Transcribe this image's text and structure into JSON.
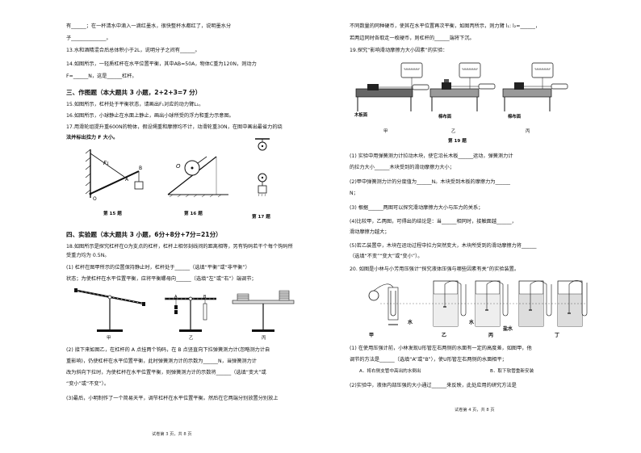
{
  "left": {
    "lines": [
      "有______；在一杯清水中滴入一滴红墨水，很快整杯水都红了，说明墨水分",
      "子______________。",
      "13.水和酒精混合后总体积小于2L，说明分子之间有______。",
      "14.如图所示，一轻质杠杆在水平位置平衡，其中AB=50A，物体C重为120N，则动力",
      "F=______N，这是______杠杆。"
    ],
    "sec3": "三、作图题（本大题共 3 小题，2+2+3=7 分）",
    "q15": "15.如图所示，杠杆处于平衡状态，请画出F₁对应的动力臂L₁。",
    "q16": "16.如图所示，小球静止在水面上静止，画出小球所受的浮力和重力示意图。",
    "q17": "17.用滑轮组提升重600N的物体，假设绳重和摩擦均不计，动滑轮重30N，在图中画出最省力的绕",
    "q17b": "法并标出拉力 F 大小。",
    "cap15": "第 15 题",
    "cap16": "第 16 题",
    "cap17": "第 17 题",
    "fig15_f1": "F₁",
    "fig15_b": "B",
    "fig15_a": "A",
    "fig15_o": "O",
    "fig16_o": "O",
    "sec4": "四、实验题（本大题共 3 小题，6分+8分+7分=21分）",
    "q18a": "18.如图所示是探究杠杆在O为支点的杠杆，杠杆上相邻刻线间的距离相等，另有钩码若干个每个钩码所",
    "q18b": "受重力均为 0.5N。",
    "q18c": "(1)  杠杆在图甲所示的位置保持静止时，杠杆处于______（选填“平衡”或“非平衡”）",
    "q18d": "状态；为使杠杆在水平位置平衡，应将平衡螺母向______（选填“左”或“右”）端调节；",
    "lbl_jia": "甲",
    "lbl_yi": "乙",
    "lbl_bing": "丙",
    "q18e": "(2)  接下来如图乙，在杠杆的 A 点挂两个钩码，在 B 点竖直向下拉弹簧测力计(忽略测力计自",
    "q18f": "重影响)，仍使杠杆在水平位置平衡，此时弹簧测力计的示数为______N，当弹簧测力计",
    "q18g": "改为斜向下拉时，为使杠杆在水平位置平衡，则弹簧测力计的示数将______（选填“变大”或",
    "q18h": "“变小”或“不变”）。",
    "q18i": "(3)最后，小明制作了一个简易天平，调节杠杆在水平位置平衡。然后在它两端分别放置分别放上",
    "footer": "试卷第 3 页，共 8 页"
  },
  "right": {
    "top1": "不同数量的同种硬币，使其在水平位置再次平衡，如图丙所示，则力臂 l₁: l₂=______，",
    "top2": "若两边同时各取走一枚硬币，则杠杆的______端将下沉。",
    "q19": "19.探究“影响滑动摩擦力大小因素”的实验：",
    "lbl_board": "木板面",
    "lbl_towel": "棉布面",
    "lbl_cloth": "棉布面",
    "lbl_jia": "甲",
    "lbl_yi": "乙",
    "lbl_bing": "丙",
    "cap19": "第 19 题",
    "q19a": "(1) 实验中用弹簧测力计拉动木块，使它沿长木板______运动，弹簧测力计",
    "q19b": "的拉力大小______木块受到的滑动摩擦力大小；",
    "q19c": "(2)甲中弹簧测力计的分度值为______N。木块受到木板的摩擦力为______",
    "q19d": "N；",
    "q19e": "(3)  根据______两图可以探究滑动摩擦力大小与压力的关系；",
    "q19f": "(4)比较甲，乙两图，可得出的结论是：当______相同时，接触面越______，",
    "q19g": "滑动摩擦力越大；",
    "q19h": "(5)若乙装置中，木块在运动过程中拉力突然变大，木块所受到的滑动摩擦力将______",
    "q19i": "（选填“不变”“变大”或“变小”）。",
    "q20": "20. 如图是小林与小芳用压强计“探究液体压强与哪些因素有关”的实验装置。",
    "lbl_water1": "水",
    "lbl_water2": "水",
    "lbl_salt": "盐水",
    "lbl_ding": "丁",
    "q20a": "(1)  在使用压强计前，小林发现U形管左右两侧的水面有一定的高度差，如图甲，他",
    "q20b": "调节的方法是______（选填“A”或“B”），使U形管左右两侧的水面相平；",
    "optA": "A．将右侧支管中高出的水倒出",
    "optB": "B．取下软管重新安装",
    "q20c": "(2)实验中，液体内部压强的大小通过______来反映，此处应用的研究方法是",
    "footer": "试卷第 4 页，共 8 页"
  }
}
